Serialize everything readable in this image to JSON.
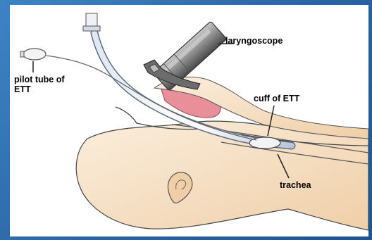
{
  "labels": {
    "laryngoscope": "laryngoscope",
    "pilot_tube_line1": "pilot tube of",
    "pilot_tube_line2": "ETT",
    "cuff": "cuff of ETT",
    "trachea": "trachea"
  },
  "colors": {
    "frame": "#2f6fae",
    "skin": "#f5dfc2",
    "tongue": "#e98f9a",
    "ink": "#333333"
  }
}
